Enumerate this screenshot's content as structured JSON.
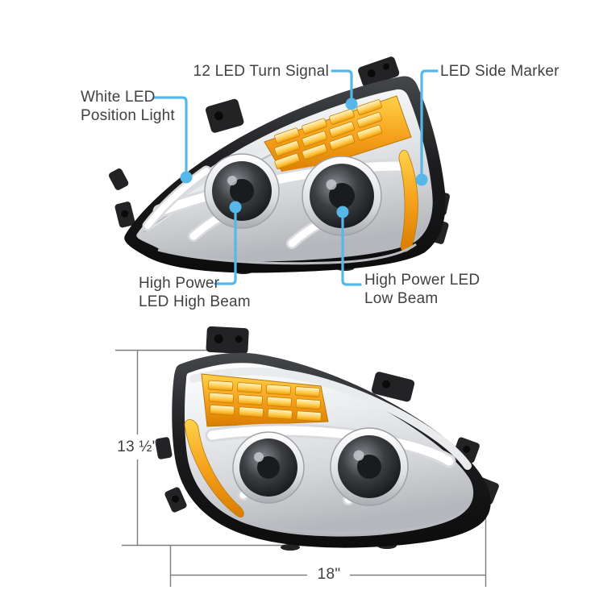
{
  "figure": {
    "description_top_image": "chrome LED projector headlight, left-hand, annotated",
    "description_bottom_image": "chrome LED projector headlight, right-hand, with dimensions"
  },
  "annotations": {
    "turn_signal": {
      "label": "12 LED Turn Signal"
    },
    "side_marker": {
      "label": "LED Side Marker"
    },
    "position_light": {
      "line1": "White LED",
      "line2": "Position Light"
    },
    "high_beam": {
      "line1": "High Power",
      "line2": "LED High Beam"
    },
    "low_beam": {
      "line1": "High Power LED",
      "line2": "Low Beam"
    }
  },
  "dimensions": {
    "height": {
      "label": "13 ½\""
    },
    "width": {
      "label": "18\""
    }
  },
  "icons": {
    "callout_dot": "filled-circle",
    "callout_line": "elbow-line",
    "dimension_line": "thin-gray-line"
  },
  "colors": {
    "accent_blue": "#56b8e8",
    "label_text": "#414042",
    "dimension_line": "#7d7d7d",
    "amber": "#f6a11c",
    "amber_deep": "#d97c00",
    "chrome_light": "#f4f5f6",
    "chrome_mid": "#cfd1d4",
    "rim_dark": "#1d1d1f",
    "background": "#ffffff"
  }
}
